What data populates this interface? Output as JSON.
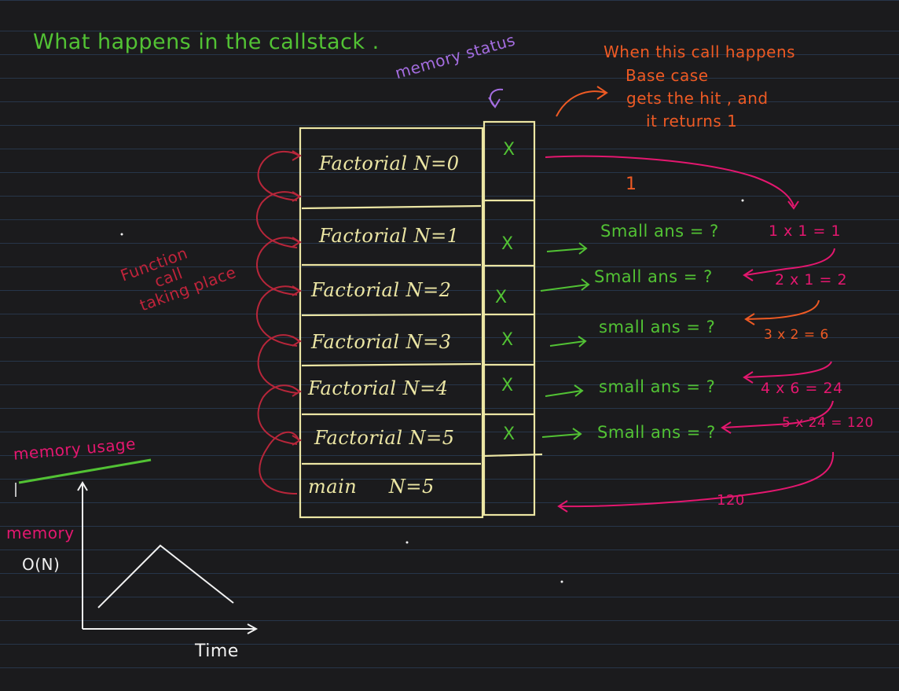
{
  "title": "What happens in the callstack .",
  "memory_status_label": "memory status",
  "base_case_note": [
    "When this call happens",
    "Base case",
    "gets the hit , and",
    "it returns 1"
  ],
  "function_call_note": [
    "Function",
    "call",
    "taking place"
  ],
  "frames": [
    {
      "label": "Factorial N=0",
      "status": "X"
    },
    {
      "label": "Factorial N=1",
      "status": "X"
    },
    {
      "label": "Factorial N=2",
      "status": "X"
    },
    {
      "label": "Factorial N=3",
      "status": "X"
    },
    {
      "label": "Factorial N=4",
      "status": "X"
    },
    {
      "label": "Factorial N=5",
      "status": "X"
    },
    {
      "label": "main     N=5",
      "status": ""
    }
  ],
  "returned_one": "1",
  "small_answers": [
    "Small ans = ?",
    "Small ans = ?",
    "small ans = ?",
    "small ans = ?",
    "Small ans = ?"
  ],
  "calculations": [
    "1 x 1 = 1",
    "2 x 1 = 2",
    "3 x 2 = 6",
    "4 x 6 = 24",
    "5 x 24 = 120"
  ],
  "final_return": "120",
  "memory_usage_label": "memory usage",
  "graph": {
    "y_label": "memory",
    "y_complexity": "O(N)",
    "x_label": "Time"
  }
}
